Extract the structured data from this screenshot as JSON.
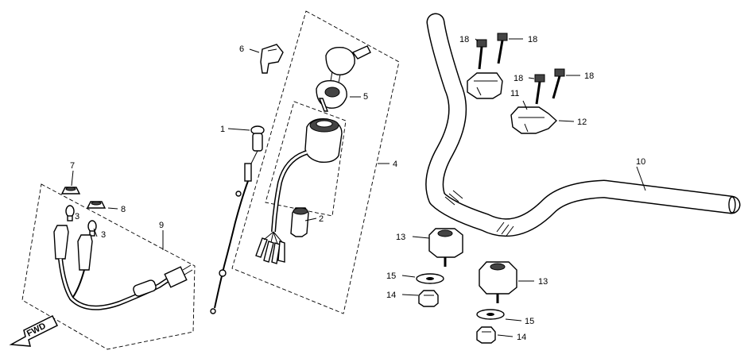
{
  "callouts": [
    {
      "id": "c1",
      "text": "1"
    },
    {
      "id": "c2",
      "text": "2"
    },
    {
      "id": "c3a",
      "text": "3"
    },
    {
      "id": "c3b",
      "text": "3"
    },
    {
      "id": "c4",
      "text": "4"
    },
    {
      "id": "c5",
      "text": "5"
    },
    {
      "id": "c6",
      "text": "6"
    },
    {
      "id": "c7",
      "text": "7"
    },
    {
      "id": "c8",
      "text": "8"
    },
    {
      "id": "c9",
      "text": "9"
    },
    {
      "id": "c10",
      "text": "10"
    },
    {
      "id": "c11",
      "text": "11"
    },
    {
      "id": "c12",
      "text": "12"
    },
    {
      "id": "c13a",
      "text": "13"
    },
    {
      "id": "c13b",
      "text": "13"
    },
    {
      "id": "c14a",
      "text": "14"
    },
    {
      "id": "c14b",
      "text": "14"
    },
    {
      "id": "c15a",
      "text": "15"
    },
    {
      "id": "c15b",
      "text": "15"
    },
    {
      "id": "c18a",
      "text": "18"
    },
    {
      "id": "c18b",
      "text": "18"
    },
    {
      "id": "c18c",
      "text": "18"
    },
    {
      "id": "c18d",
      "text": "18"
    }
  ],
  "fwd_label": "FWD"
}
